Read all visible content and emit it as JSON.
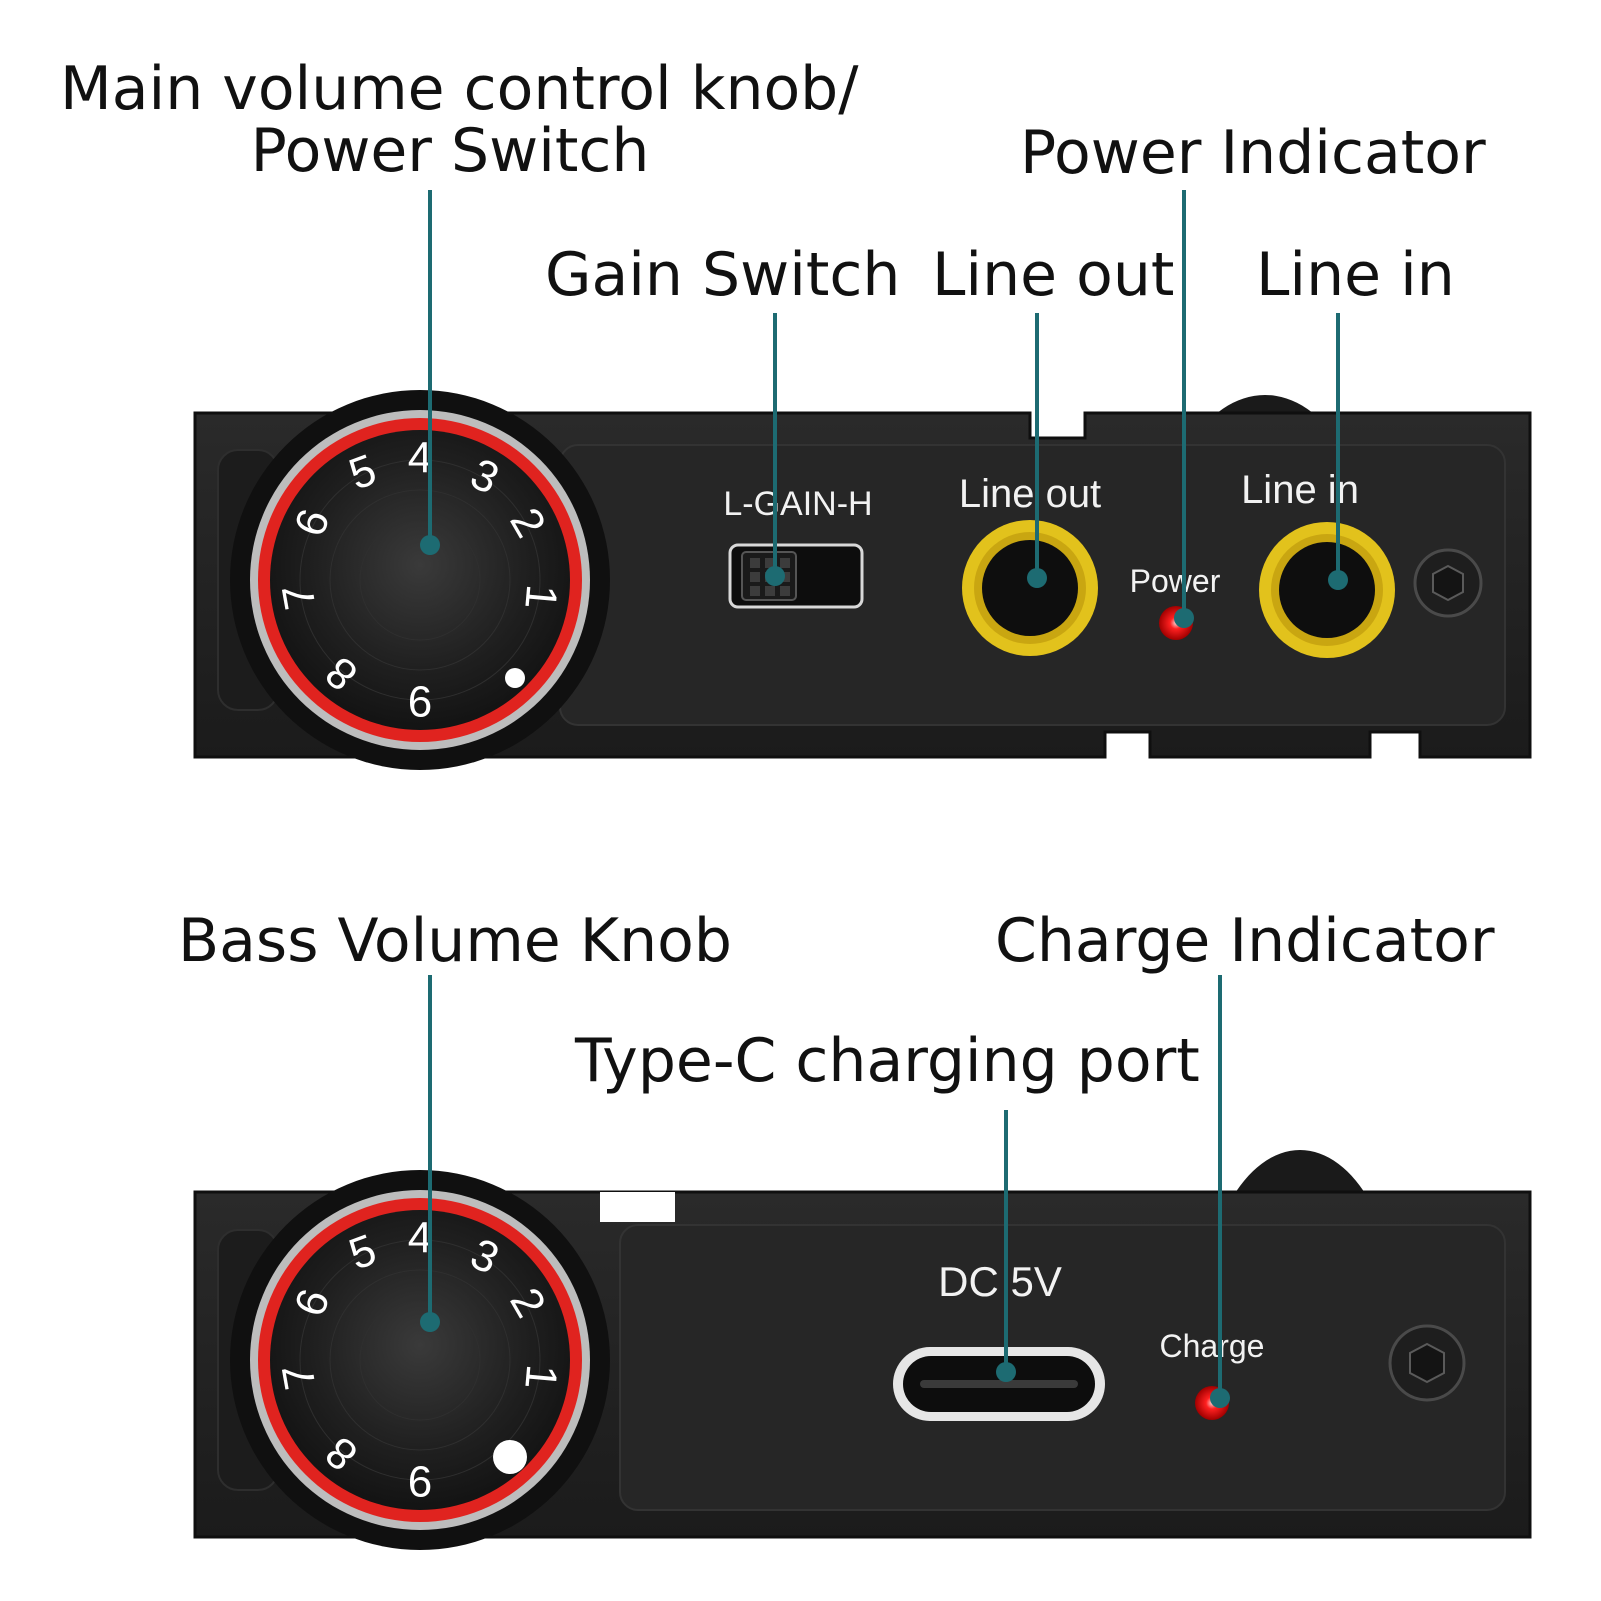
{
  "colors": {
    "leader": "#1d6b72",
    "body": "#232323",
    "body_edge": "#141414",
    "ring_red": "#e0231f",
    "ring_silver": "#bdbdbd",
    "jack_gold": "#e2c21c",
    "led_red": "#ff1a1a",
    "silk": "#f2f2f2"
  },
  "top_panel": {
    "callouts": {
      "main_volume_line1": "Main volume control knob/",
      "main_volume_line2": "Power Switch",
      "power_indicator": "Power Indicator",
      "gain_switch": "Gain Switch",
      "line_out": "Line out",
      "line_in": "Line in"
    },
    "silk": {
      "gain": "L-GAIN-H",
      "line_out": "Line out",
      "power": "Power",
      "line_in": "Line in"
    },
    "knob_numbers": [
      "4",
      "3",
      "2",
      "1",
      "5",
      "6",
      "7",
      "8",
      "6"
    ]
  },
  "bottom_panel": {
    "callouts": {
      "bass_knob": "Bass Volume Knob",
      "charge_indicator": "Charge Indicator",
      "type_c": "Type-C charging port"
    },
    "silk": {
      "dc": "DC 5V",
      "charge": "Charge"
    },
    "knob_numbers": [
      "4",
      "3",
      "2",
      "1",
      "5",
      "6",
      "7",
      "8",
      "6"
    ]
  }
}
